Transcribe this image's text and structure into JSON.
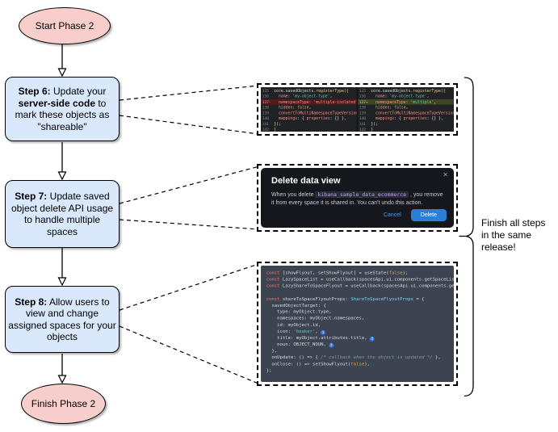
{
  "flowchart": {
    "start_label": "Start Phase 2",
    "finish_label": "Finish Phase 2",
    "steps": [
      {
        "segments": [
          {
            "text": "Step 6:"
          },
          {
            "text": " Update your "
          },
          {
            "text": "server-side code"
          },
          {
            "text": " to mark these objects as \"shareable\""
          }
        ]
      },
      {
        "segments": [
          {
            "text": "Step 7:"
          },
          {
            "text": " Update saved object delete API usage to handle multiple spaces"
          }
        ]
      },
      {
        "segments": [
          {
            "text": "Step 8:"
          },
          {
            "text": " Allow users to view and change assigned spaces for your objects"
          }
        ]
      }
    ],
    "brace_label_lines": [
      "Finish all steps",
      "in the same",
      "release!"
    ]
  },
  "diff": {
    "left": {
      "rows": [
        {
          "num": "135",
          "hl": "",
          "tokens": [
            [
              "p",
              "core.savedObjects."
            ],
            [
              "f",
              "registerType"
            ],
            [
              "y",
              "({"
            ]
          ]
        },
        {
          "num": "136",
          "hl": "",
          "tokens": [
            [
              "p",
              "  "
            ],
            [
              "a",
              "name"
            ],
            [
              "p",
              ": "
            ],
            [
              "s",
              "'my-object-type'"
            ],
            [
              "p",
              ","
            ]
          ]
        },
        {
          "num": "137-",
          "hl": "del",
          "tokens": [
            [
              "p",
              "  "
            ],
            [
              "a",
              "namespaceType"
            ],
            [
              "p",
              ": "
            ],
            [
              "s",
              "'multiple-isolated'"
            ],
            [
              "p",
              ","
            ]
          ]
        },
        {
          "num": "138",
          "hl": "",
          "tokens": [
            [
              "p",
              "  "
            ],
            [
              "a",
              "hidden"
            ],
            [
              "p",
              ": "
            ],
            [
              "n",
              "false"
            ],
            [
              "p",
              ","
            ]
          ]
        },
        {
          "num": "139",
          "hl": "",
          "tokens": [
            [
              "p",
              "  "
            ],
            [
              "a",
              "convertToMultiNamespaceTypeVersion"
            ],
            [
              "p",
              ": "
            ],
            [
              "s",
              "'8"
            ]
          ]
        },
        {
          "num": "140",
          "hl": "",
          "tokens": [
            [
              "p",
              "  "
            ],
            [
              "a",
              "mappings"
            ],
            [
              "p",
              ": { "
            ],
            [
              "a",
              "properties"
            ],
            [
              "p",
              ": {} },"
            ]
          ]
        },
        {
          "num": "141",
          "hl": "",
          "tokens": [
            [
              "p",
              "});"
            ]
          ]
        },
        {
          "num": "142",
          "hl": "",
          "tokens": [
            [
              "y",
              "}"
            ]
          ]
        }
      ]
    },
    "right": {
      "rows": [
        {
          "num": "135",
          "hl": "",
          "tokens": [
            [
              "p",
              "core.savedObjects."
            ],
            [
              "f",
              "registerType"
            ],
            [
              "y",
              "({"
            ]
          ]
        },
        {
          "num": "136",
          "hl": "",
          "tokens": [
            [
              "p",
              "  "
            ],
            [
              "a",
              "name"
            ],
            [
              "p",
              ": "
            ],
            [
              "s",
              "'my-object-type'"
            ],
            [
              "p",
              ","
            ]
          ]
        },
        {
          "num": "137+",
          "hl": "add",
          "tokens": [
            [
              "p",
              "  "
            ],
            [
              "a",
              "namespaceType"
            ],
            [
              "p",
              ": "
            ],
            [
              "s",
              "'multiple'"
            ],
            [
              "p",
              ","
            ]
          ]
        },
        {
          "num": "138",
          "hl": "",
          "tokens": [
            [
              "p",
              "  "
            ],
            [
              "a",
              "hidden"
            ],
            [
              "p",
              ": "
            ],
            [
              "n",
              "false"
            ],
            [
              "p",
              ","
            ]
          ]
        },
        {
          "num": "139",
          "hl": "",
          "tokens": [
            [
              "p",
              "  "
            ],
            [
              "a",
              "convertToMultiNamespaceTypeVersion"
            ],
            [
              "p",
              ": "
            ],
            [
              "s",
              "'8"
            ]
          ]
        },
        {
          "num": "140",
          "hl": "",
          "tokens": [
            [
              "p",
              "  "
            ],
            [
              "a",
              "mappings"
            ],
            [
              "p",
              ": { "
            ],
            [
              "a",
              "properties"
            ],
            [
              "p",
              ": {} },"
            ]
          ]
        },
        {
          "num": "141",
          "hl": "",
          "tokens": [
            [
              "p",
              "});"
            ]
          ]
        },
        {
          "num": "142",
          "hl": "",
          "tokens": [
            [
              "y",
              "}"
            ]
          ]
        }
      ]
    }
  },
  "modal": {
    "title": "Delete data view",
    "close_icon": "✕",
    "body_prefix": "When you delete ",
    "code_chip": "kibana_sample_data_ecommerce",
    "body_suffix": " , you remove it from every space it is shared in. You can't undo this action.",
    "cancel_label": "Cancel",
    "delete_label": "Delete"
  },
  "code": {
    "lines": [
      [
        [
          "k",
          "const"
        ],
        [
          "p",
          " [showFlyout, setShowFlyout] = "
        ],
        [
          "p",
          "useState("
        ],
        [
          "n",
          "false"
        ],
        [
          "p",
          ");"
        ]
      ],
      [
        [
          "k",
          "const"
        ],
        [
          "p",
          " LazySpaceList = useCallback(spacesApi.ui.components.getSpaceLis"
        ]
      ],
      [
        [
          "k",
          "const"
        ],
        [
          "p",
          " LazyShareToSpaceFlyout = useCallback(spacesApi.ui.components.ge"
        ]
      ],
      [],
      [
        [
          "k",
          "const"
        ],
        [
          "p",
          " shareToSpaceFlyoutProps: "
        ],
        [
          "t",
          "ShareToSpaceFlyoutProps"
        ],
        [
          "p",
          " = {"
        ]
      ],
      [
        [
          "p",
          "  savedObjectTarget: {"
        ]
      ],
      [
        [
          "p",
          "    type: myObject.type,"
        ]
      ],
      [
        [
          "p",
          "    namespaces: myObject.namespaces,"
        ]
      ],
      [
        [
          "p",
          "    id: myObject.id,"
        ]
      ],
      [
        [
          "p",
          "    icon: "
        ],
        [
          "s",
          "'beaker'"
        ],
        [
          "p",
          ", "
        ],
        [
          "b",
          "1"
        ]
      ],
      [
        [
          "p",
          "    title: myObject.attributes.title, "
        ],
        [
          "b",
          "2"
        ]
      ],
      [
        [
          "p",
          "    noun: OBJECT_NOUN, "
        ],
        [
          "b",
          "3"
        ]
      ],
      [
        [
          "p",
          "  },"
        ]
      ],
      [
        [
          "p",
          "  onUpdate: () => { "
        ],
        [
          "c",
          "/* callback when the object is updated */"
        ],
        [
          "p",
          " },"
        ]
      ],
      [
        [
          "p",
          "  onClose: () => setShowFlyout("
        ],
        [
          "n",
          "false"
        ],
        [
          "p",
          "),"
        ]
      ],
      [
        [
          "p",
          "};"
        ]
      ]
    ]
  },
  "colors": {
    "node_pink": "#f8cecc",
    "node_blue": "#dae8fc",
    "diff_bg": "#202226",
    "diff_removed_bg": "#54191d",
    "diff_added_bg": "#3f4722",
    "code_bg": "#3b4450",
    "modal_bg": "#16171d",
    "primary_button_blue": "#2b7fd8",
    "link_blue": "#3fa3e8",
    "badge_blue": "#2f7de1",
    "chip_purple": "#b9a1f5"
  }
}
